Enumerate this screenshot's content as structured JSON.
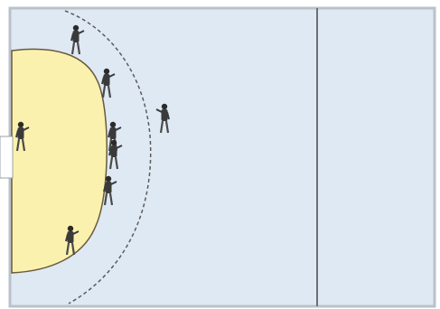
{
  "court": {
    "surface_color": "#dfe9f4",
    "border_color": "#b9c2c8",
    "line_color": "#6d6f74",
    "goal_area_color": "#fbf1ae",
    "goal_area_outline": "#6a5a3a",
    "free_throw_line_color": "#5b5b5b",
    "free_throw_line_style": "dashed",
    "goal_color": "#ffffff"
  },
  "players": [
    {
      "role": "goalkeeper",
      "icon": "player-figure-icon"
    },
    {
      "role": "defender",
      "icon": "player-figure-icon"
    },
    {
      "role": "defender",
      "icon": "player-figure-icon"
    },
    {
      "role": "defender",
      "icon": "player-figure-icon"
    },
    {
      "role": "defender",
      "icon": "player-figure-icon"
    },
    {
      "role": "defender",
      "icon": "player-figure-icon"
    },
    {
      "role": "defender",
      "icon": "player-figure-icon"
    },
    {
      "role": "attacker",
      "icon": "player-figure-icon"
    }
  ]
}
